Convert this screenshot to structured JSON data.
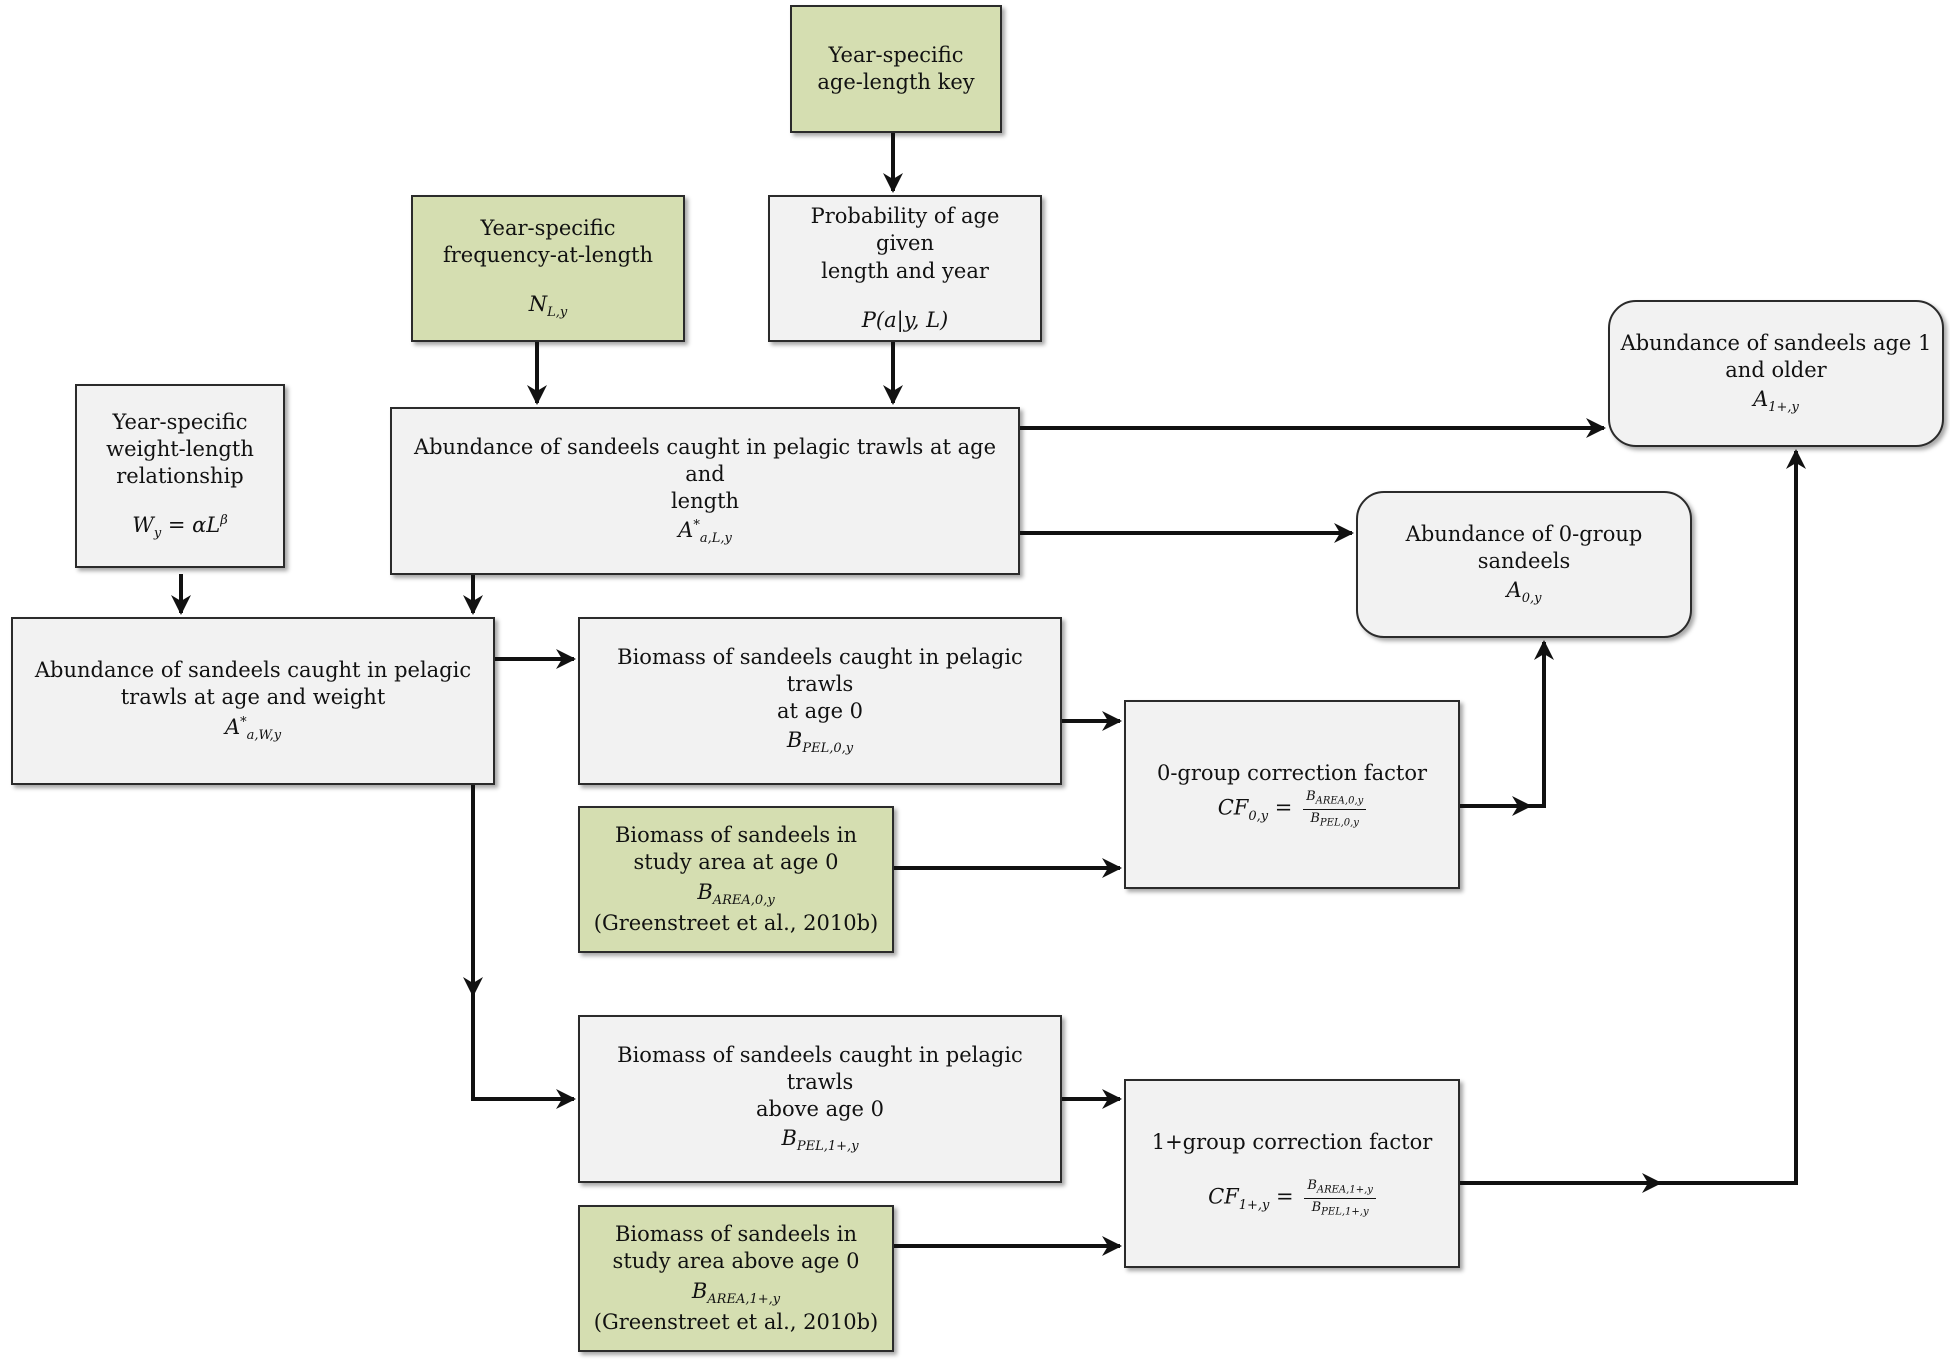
{
  "nodes": {
    "age_length_key": {
      "lines": [
        "Year-specific",
        "age-length key"
      ]
    },
    "freq_at_length": {
      "lines": [
        "Year-specific",
        "frequency-at-length"
      ],
      "math": {
        "base": "N",
        "sub": "L,y"
      }
    },
    "prob_age": {
      "lines": [
        "Probability of age given",
        "length and year"
      ],
      "math": "P(a|y, L)"
    },
    "weight_length": {
      "lines": [
        "Year-specific",
        "weight-length",
        "relationship"
      ],
      "math": {
        "lhs": "W",
        "lhs_sub": "y",
        "rhs": "= αL",
        "rhs_sup": "β"
      }
    },
    "abund_age_length": {
      "lines": [
        "Abundance of sandeels caught in pelagic trawls at age and",
        "length"
      ],
      "math": {
        "base": "A",
        "sup": "*",
        "sub": "a,L,y"
      }
    },
    "abund_1plus": {
      "lines": [
        "Abundance of sandeels age 1",
        "and older"
      ],
      "math": {
        "base": "A",
        "sub": "1+,y"
      }
    },
    "abund_0group": {
      "lines": [
        "Abundance of 0-group",
        "sandeels"
      ],
      "math": {
        "base": "A",
        "sub": "0,y"
      }
    },
    "abund_age_weight": {
      "lines": [
        "Abundance of sandeels caught in pelagic",
        "trawls at age and weight"
      ],
      "math": {
        "base": "A",
        "sup": "*",
        "sub": "a,W,y"
      }
    },
    "biomass_pel_0": {
      "lines": [
        "Biomass of sandeels caught in pelagic trawls",
        "at age 0"
      ],
      "math": {
        "base": "B",
        "sub": "PEL,0,y"
      }
    },
    "cf_0": {
      "lines": [
        "0-group correction factor"
      ],
      "math": {
        "base": "CF",
        "sub": "0,y",
        "num": "B",
        "num_sub": "AREA,0,y",
        "den": "B",
        "den_sub": "PEL,0,y"
      }
    },
    "biomass_area_0": {
      "lines": [
        "Biomass of sandeels in",
        "study area at age 0"
      ],
      "math": {
        "base": "B",
        "sub": "AREA,0,y"
      },
      "ref": "(Greenstreet et al., 2010b)"
    },
    "biomass_pel_1plus": {
      "lines": [
        "Biomass of sandeels caught in pelagic trawls",
        "above age 0"
      ],
      "math": {
        "base": "B",
        "sub": "PEL,1+,y"
      }
    },
    "cf_1plus": {
      "lines": [
        "1+group correction factor"
      ],
      "math": {
        "base": "CF",
        "sub": "1+,y",
        "num": "B",
        "num_sub": "AREA,1+,y",
        "den": "B",
        "den_sub": "PEL,1+,y"
      }
    },
    "biomass_area_1plus": {
      "lines": [
        "Biomass of sandeels in",
        "study area above age 0"
      ],
      "math": {
        "base": "B",
        "sub": "AREA,1+,y"
      },
      "ref": "(Greenstreet et al., 2010b)"
    }
  },
  "edges": [
    {
      "from": "age_length_key",
      "to": "prob_age"
    },
    {
      "from": "freq_at_length",
      "to": "abund_age_length"
    },
    {
      "from": "prob_age",
      "to": "abund_age_length"
    },
    {
      "from": "weight_length",
      "to": "abund_age_weight"
    },
    {
      "from": "abund_age_length",
      "to": "abund_age_weight"
    },
    {
      "from": "abund_age_length",
      "to": "abund_1plus"
    },
    {
      "from": "abund_age_length",
      "to": "abund_0group"
    },
    {
      "from": "abund_age_weight",
      "to": "biomass_pel_0"
    },
    {
      "from": "abund_age_weight",
      "to": "biomass_pel_1plus"
    },
    {
      "from": "biomass_pel_0",
      "to": "cf_0"
    },
    {
      "from": "biomass_area_0",
      "to": "cf_0"
    },
    {
      "from": "cf_0",
      "to": "abund_0group"
    },
    {
      "from": "biomass_pel_1plus",
      "to": "cf_1plus"
    },
    {
      "from": "biomass_area_1plus",
      "to": "cf_1plus"
    },
    {
      "from": "cf_1plus",
      "to": "abund_1plus"
    }
  ]
}
